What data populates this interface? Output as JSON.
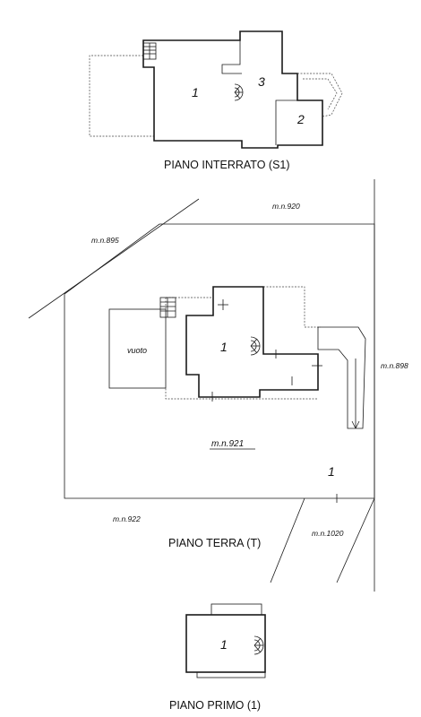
{
  "floors": {
    "basement": {
      "title": "PIANO INTERRATO (S1)",
      "rooms": [
        "1",
        "3",
        "2"
      ]
    },
    "ground": {
      "title": "PIANO TERRA (T)",
      "room": "1",
      "void_label": "vuoto",
      "lot_label": "m.n.921",
      "lot_room": "1",
      "parcels": [
        "m.n.920",
        "m.n.895",
        "m.n.898",
        "m.n.922",
        "m.n.1020"
      ]
    },
    "first": {
      "title": "PIANO PRIMO (1)",
      "room": "1"
    }
  }
}
